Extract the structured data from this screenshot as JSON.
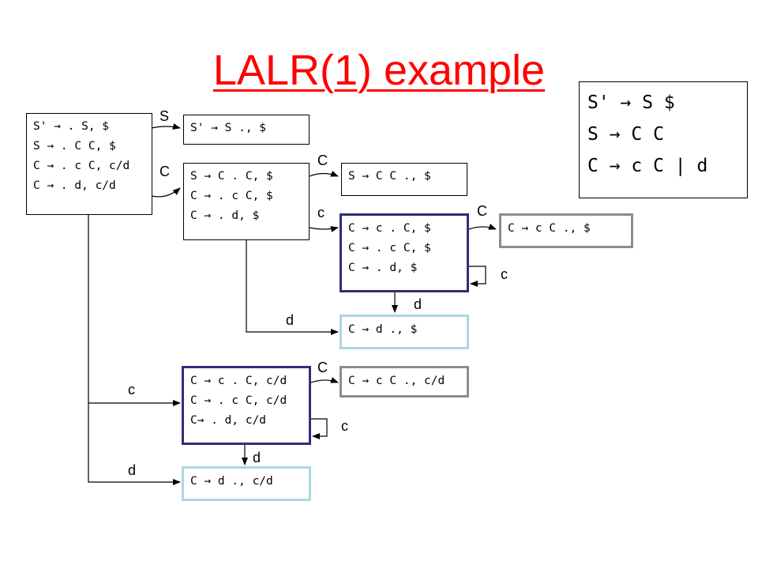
{
  "title": "LALR(1) example",
  "grammar": [
    "S' → S $",
    "S → C C",
    "C → c C | d"
  ],
  "states": {
    "s0": [
      "S' → . S, $",
      "S → . C C, $",
      "C → . c C, c/d",
      "C → . d, c/d"
    ],
    "s1": [
      "S' → S ., $"
    ],
    "s2": [
      "S → C . C, $",
      "C → . c C, $",
      "C → . d, $"
    ],
    "s5": [
      "S → C C ., $"
    ],
    "s6": [
      "C → c . C, $",
      "C → . c C, $",
      "C → . d, $"
    ],
    "s9": [
      "C → c C ., $"
    ],
    "s7": [
      "C → d ., $"
    ],
    "s3": [
      "C → c . C, c/d",
      "C → . c C, c/d",
      "C→ . d, c/d"
    ],
    "s8": [
      "C → c C ., c/d"
    ],
    "s4": [
      "C → d ., c/d"
    ]
  },
  "edge_labels": {
    "s0_s1": "S",
    "s0_s2": "C",
    "s2_s5": "C",
    "s2_s6": "c",
    "s6_s9": "C",
    "s6_loop": "c",
    "s6_s7": "d",
    "s2_s7": "d",
    "s3_s8": "C",
    "s0_s3": "c",
    "s3_loop": "c",
    "s3_s4": "d",
    "s0_s4": "d"
  }
}
